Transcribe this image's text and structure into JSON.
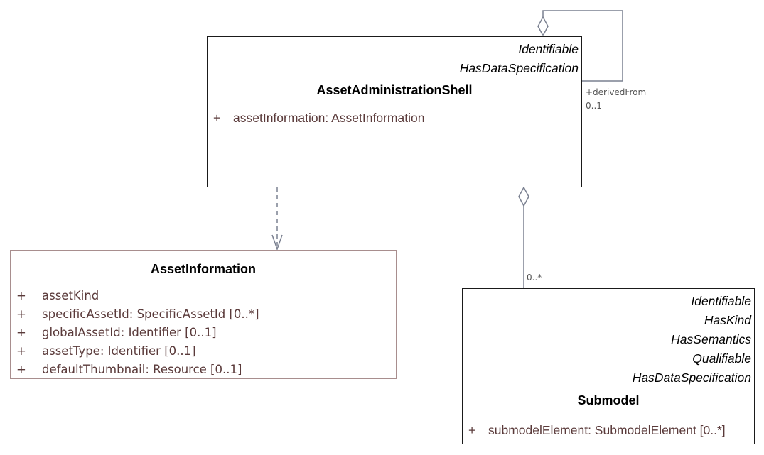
{
  "aas": {
    "stereotypes": [
      "Identifiable",
      "HasDataSpecification"
    ],
    "name": "AssetAdministrationShell",
    "attributes": [
      {
        "vis": "+",
        "text": "assetInformation: AssetInformation"
      }
    ]
  },
  "asset_information": {
    "name": "AssetInformation",
    "attributes": [
      {
        "vis": "+",
        "text": "assetKind"
      },
      {
        "vis": "+",
        "text": "specificAssetId: SpecificAssetId [0..*]"
      },
      {
        "vis": "+",
        "text": "globalAssetId: Identifier [0..1]"
      },
      {
        "vis": "+",
        "text": "assetType: Identifier [0..1]"
      },
      {
        "vis": "+",
        "text": "defaultThumbnail: Resource [0..1]"
      }
    ]
  },
  "submodel": {
    "stereotypes": [
      "Identifiable",
      "HasKind",
      "HasSemantics",
      "Qualifiable",
      "HasDataSpecification"
    ],
    "name": "Submodel",
    "attributes": [
      {
        "vis": "+",
        "text": "submodelElement: SubmodelElement [0..*]"
      }
    ]
  },
  "derived_from": {
    "role": "+derivedFrom",
    "multiplicity": "0..1"
  },
  "submodel_assoc": {
    "multiplicity": "0..*"
  }
}
